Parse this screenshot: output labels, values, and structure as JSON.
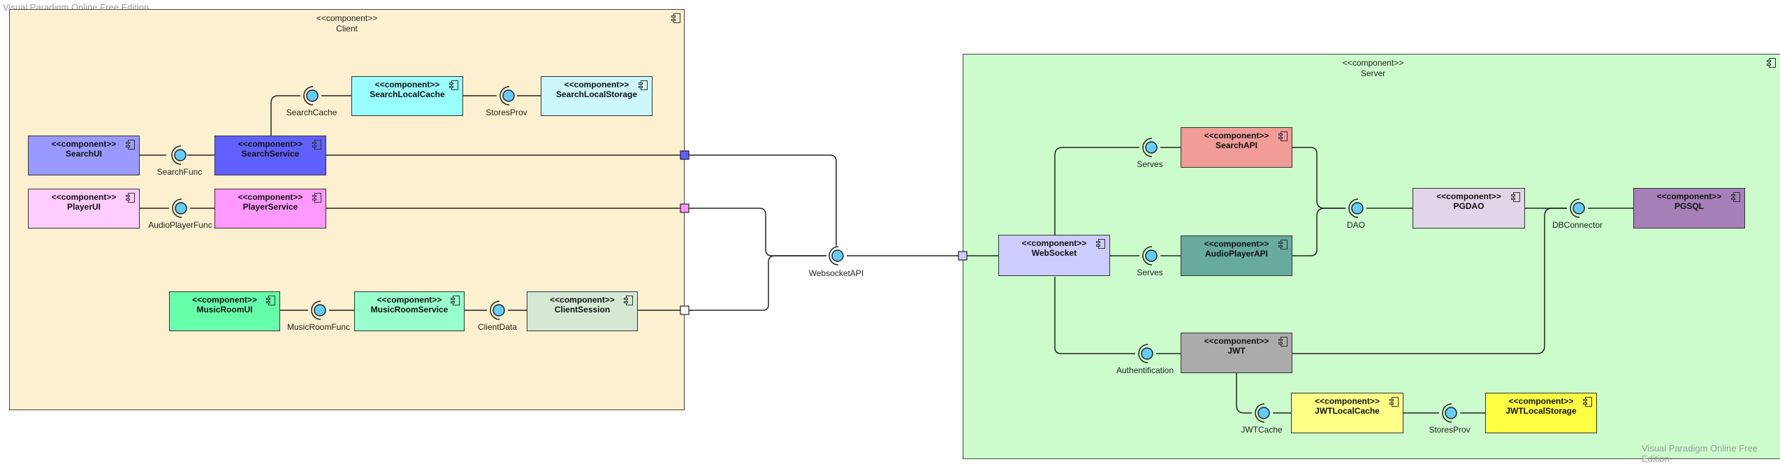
{
  "watermark": {
    "top_left": "Visual Paradigm Online Free Edition",
    "bottom_right": "Visual Paradigm Online Free Edition"
  },
  "stereotype": "<<component>>",
  "packages": {
    "client": {
      "name": "Client",
      "fill": "#fdf0d0"
    },
    "server": {
      "name": "Server",
      "fill": "#ccfccc"
    }
  },
  "components": {
    "search_ui": {
      "name": "SearchUI",
      "fill": "#9999ff"
    },
    "search_service": {
      "name": "SearchService",
      "fill": "#6060ff"
    },
    "search_local_cache": {
      "name": "SearchLocalCache",
      "fill": "#99ffff"
    },
    "search_local_storage": {
      "name": "SearchLocalStorage",
      "fill": "#ccf7fc"
    },
    "player_ui": {
      "name": "PlayerUI",
      "fill": "#ffccff"
    },
    "player_service": {
      "name": "PlayerService",
      "fill": "#ff99ff"
    },
    "music_room_ui": {
      "name": "MusicRoomUI",
      "fill": "#66ffaa"
    },
    "music_room_service": {
      "name": "MusicRoomService",
      "fill": "#99ffcc"
    },
    "client_session": {
      "name": "ClientSession",
      "fill": "#d5e8d4"
    },
    "web_socket": {
      "name": "WebSocket",
      "fill": "#ccccff"
    },
    "search_api": {
      "name": "SearchAPI",
      "fill": "#f19c99"
    },
    "audio_player_api": {
      "name": "AudioPlayerAPI",
      "fill": "#67ab9f"
    },
    "pgdao": {
      "name": "PGDAO",
      "fill": "#e1d5e7"
    },
    "pgsql": {
      "name": "PGSQL",
      "fill": "#a680b8"
    },
    "jwt": {
      "name": "JWT",
      "fill": "#ababab"
    },
    "jwt_local_cache": {
      "name": "JWTLocalCache",
      "fill": "#ffff88"
    },
    "jwt_local_storage": {
      "name": "JWTLocalStorage",
      "fill": "#ffff44"
    }
  },
  "interfaces": {
    "search_cache": "SearchCache",
    "stores_prov_client": "StoresProv",
    "search_func": "SearchFunc",
    "audio_player_func": "AudioPlayerFunc",
    "music_room_func": "MusicRoomFunc",
    "client_data": "ClientData",
    "websocket_api": "WebsocketAPI",
    "serves_search": "Serves",
    "serves_audio": "Serves",
    "dao": "DAO",
    "db_connector": "DBConnector",
    "authentification": "Authentification",
    "jwt_cache": "JWTCache",
    "stores_prov_server": "StoresProv"
  },
  "colors": {
    "interface_fill": "#66ccff",
    "port_search": "#6060ff",
    "port_player": "#ff99ff",
    "port_session": "#ffffff",
    "port_server": "#ccccff"
  }
}
